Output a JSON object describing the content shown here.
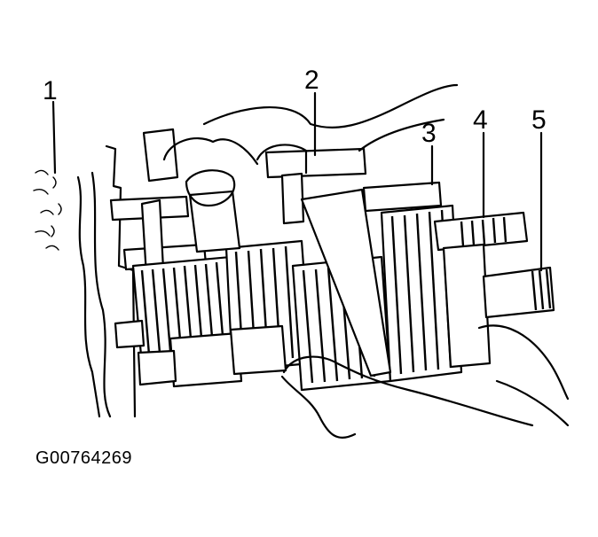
{
  "figure_id": "G00764269",
  "callouts": [
    {
      "label": "1"
    },
    {
      "label": "2"
    },
    {
      "label": "3"
    },
    {
      "label": "4"
    },
    {
      "label": "5"
    }
  ]
}
